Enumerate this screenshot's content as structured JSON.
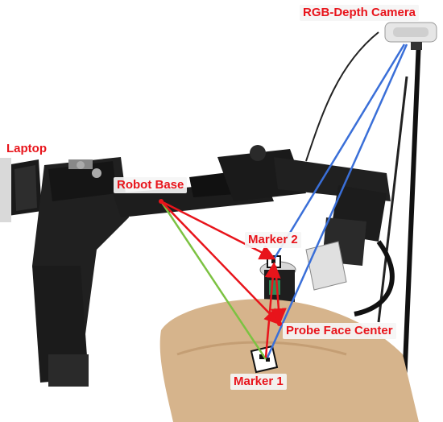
{
  "labels": {
    "camera": "RGB-Depth Camera",
    "laptop": "Laptop",
    "robot_base": "Robot Base",
    "marker_2": "Marker 2",
    "probe_face_center": "Probe Face Center",
    "marker_1": "Marker 1"
  },
  "colors": {
    "label_text": "#e8141b",
    "red_arrow": "#e8141b",
    "blue_line": "#3a6fd8",
    "green_line": "#7cc242",
    "mannequin": "#d6b48c",
    "robot": "#1e1e1e"
  }
}
